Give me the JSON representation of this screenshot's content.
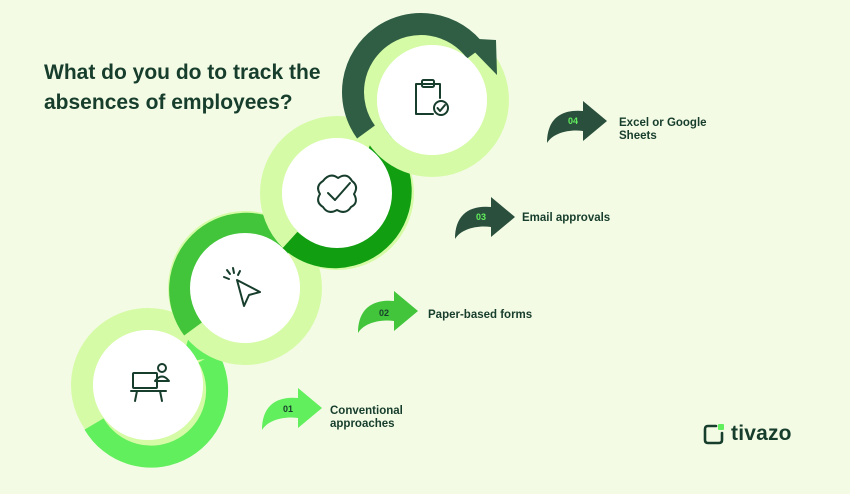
{
  "title": "What do you do to track the absences of employees?",
  "steps": [
    {
      "number": "01",
      "label": "Conventional approaches",
      "icon": "workstation-icon"
    },
    {
      "number": "02",
      "label": "Paper-based forms",
      "icon": "cursor-click-icon"
    },
    {
      "number": "03",
      "label": "Email approvals",
      "icon": "verified-badge-icon"
    },
    {
      "number": "04",
      "label": "Excel or Google Sheets",
      "icon": "clipboard-check-icon"
    }
  ],
  "logo": {
    "text": "tivazo",
    "icon": "tivazo-logo-icon"
  },
  "colors": {
    "background": "#f3fbe5",
    "text": "#173d2c",
    "step1": "#62ef5d",
    "step2": "#42c53a",
    "step3": "#119e11",
    "step4": "#2f5e45",
    "ring_pale": "#d6fba6"
  }
}
